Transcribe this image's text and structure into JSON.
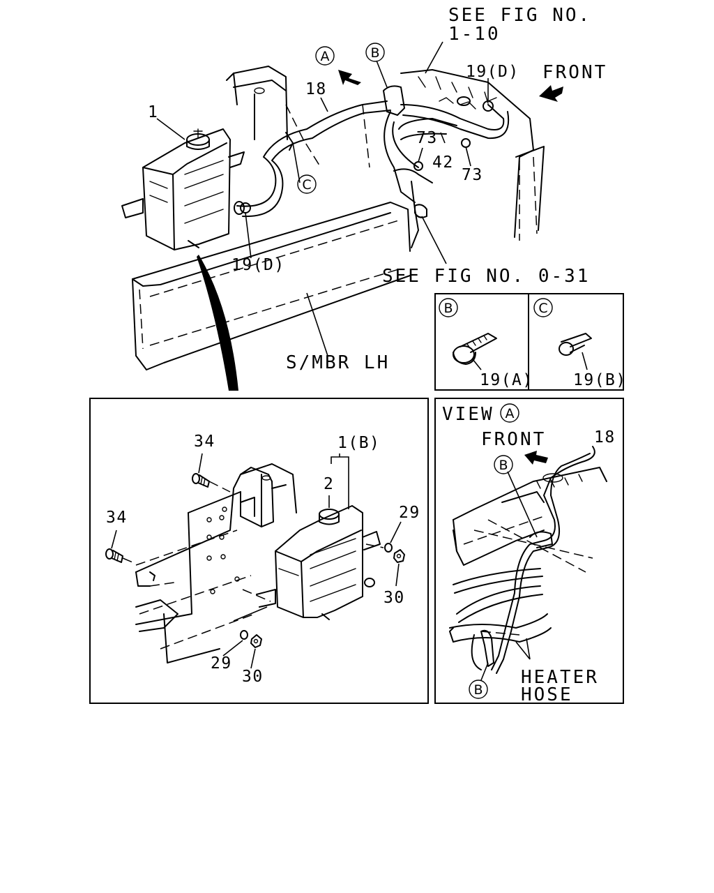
{
  "callouts": {
    "see_fig_top_line1": "SEE FIG NO.",
    "see_fig_top_line2": "1-10",
    "see_fig_bottom": "SEE FIG NO. 0-31",
    "front_top": "FRONT",
    "frame_label": "S/MBR LH",
    "view_label": "VIEW",
    "front_view": "FRONT",
    "heater_hose_line1": "HEATER",
    "heater_hose_line2": "HOSE"
  },
  "letters": {
    "a": "A",
    "b": "B",
    "c": "C"
  },
  "part_numbers": {
    "tank": "1",
    "hose": "18",
    "clamp_d": "19(D)",
    "clamp_a": "19(A)",
    "clamp_b": "19(B)",
    "hose_42": "42",
    "clip_73": "73",
    "tank_assy": "1(B)",
    "cap": "2",
    "washer": "29",
    "nut": "30",
    "bolt": "34"
  }
}
